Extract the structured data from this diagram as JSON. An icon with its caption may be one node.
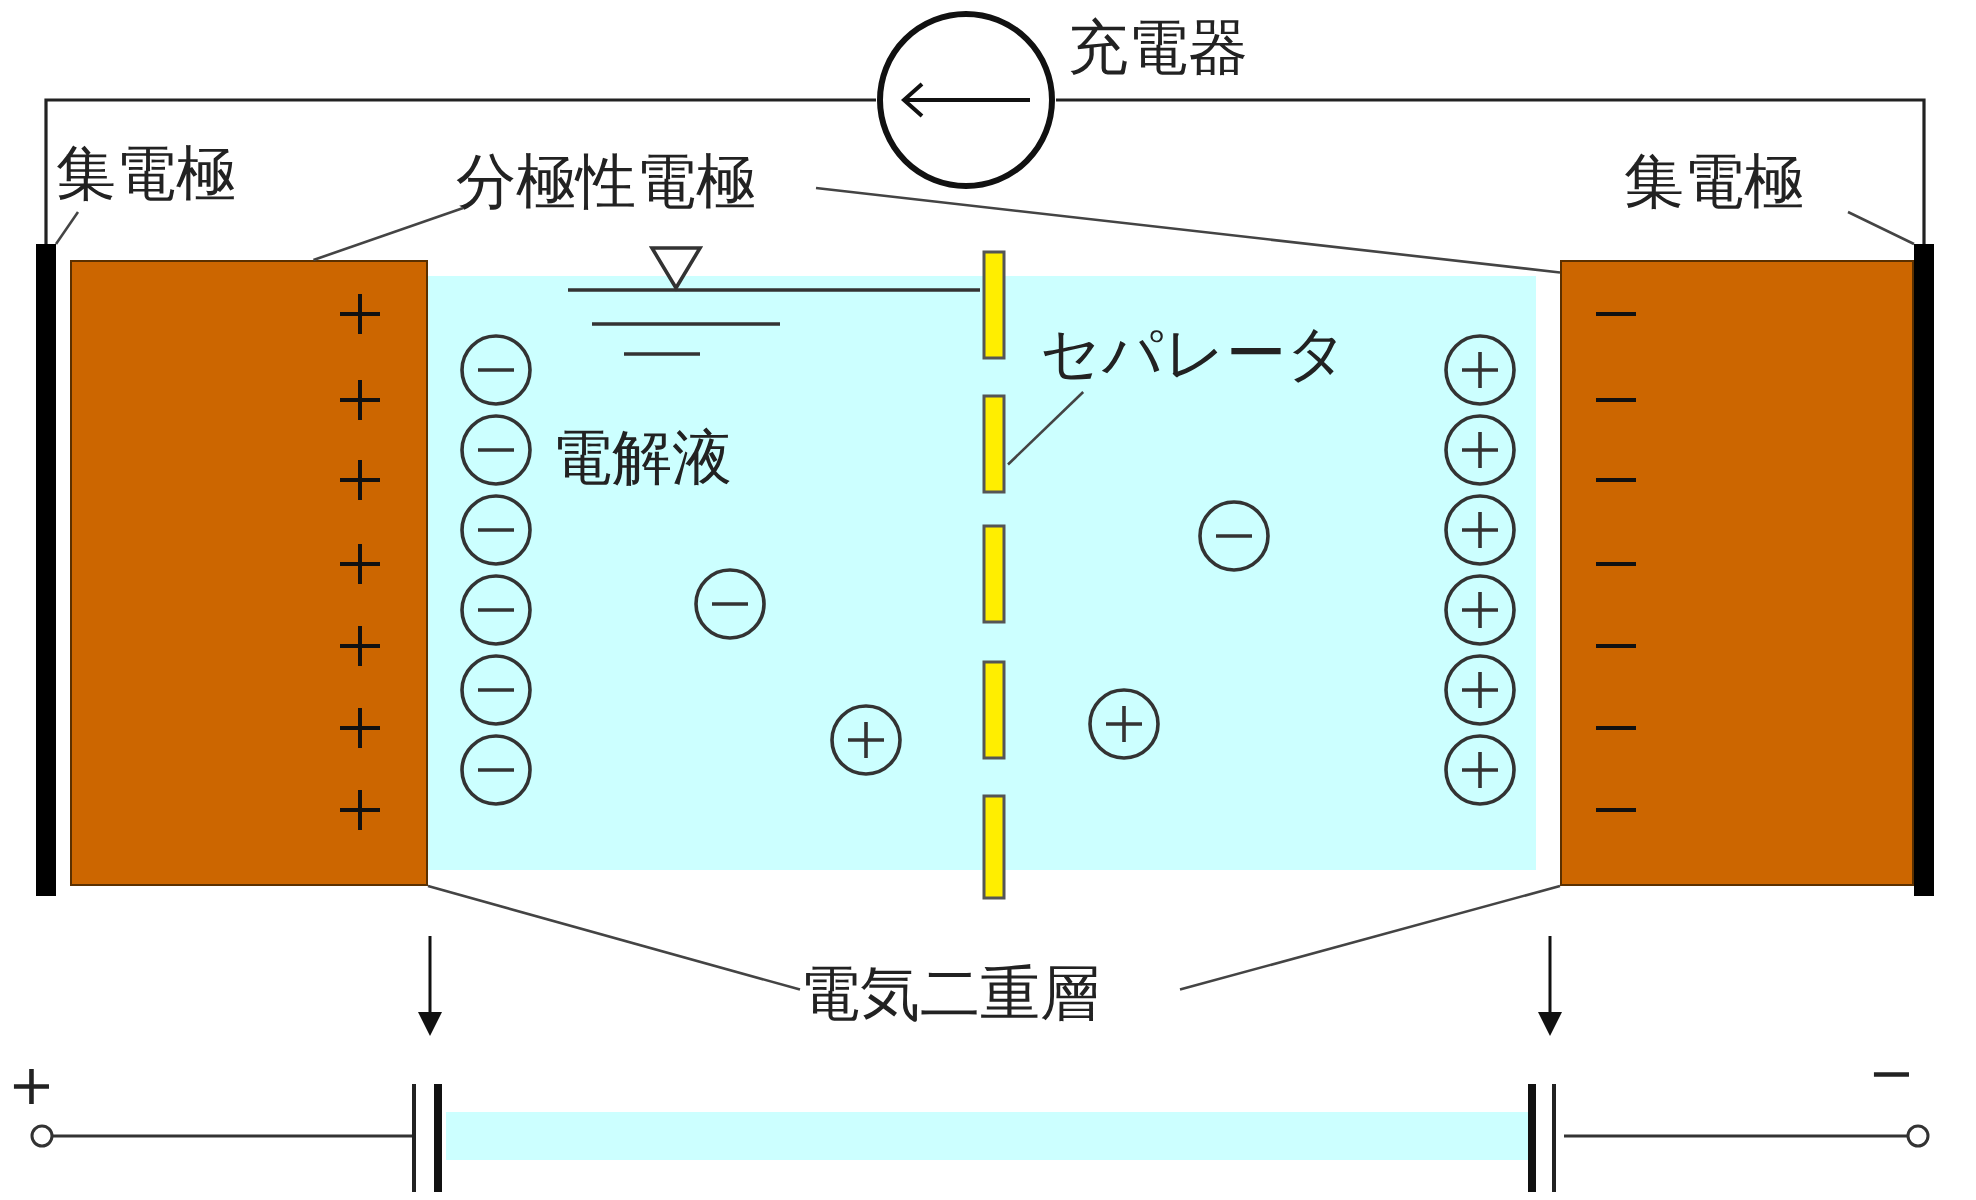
{
  "diagram": {
    "nodes": [
      {
        "text": [
          "集電極"
        ]
      },
      {
        "text": [],
        "shape": "bar"
      },
      {
        "text": [
          "分極性電極"
        ]
      },
      {
        "text": [],
        "shape": "box"
      },
      {
        "text": [],
        "shape": "box"
      },
      {
        "text": [
          "集電極"
        ]
      },
      {
        "text": [],
        "shape": "bar"
      },
      {
        "text": [],
        "shape": "bar"
      },
      {
        "text": [],
        "shape": "circle",
        "beside": [
          "充電器"
        ]
      },
      {
        "text": [
          "電解液"
        ]
      },
      {
        "text": [
          "セパレータ"
        ],
        "in": 9
      },
      {
        "text": [
          "電気二重層"
        ]
      }
    ],
    "edges": [
      {
        "from": 1,
        "to": 8,
        "arrow": "none"
      },
      {
        "from": 8,
        "to": 7,
        "arrow": "none"
      },
      {
        "from": 0,
        "to": 1,
        "arrow": "none"
      },
      {
        "from": 2,
        "to": 3,
        "arrow": "none"
      },
      {
        "from": 2,
        "to": 4,
        "arrow": "none"
      },
      {
        "from": 5,
        "to": 7,
        "arrow": "none"
      },
      {
        "from": 10,
        "to": 6,
        "arrow": "none"
      },
      {
        "from": 11,
        "to": 3,
        "arrow": "none"
      },
      {
        "from": 11,
        "to": 4,
        "arrow": "none"
      }
    ],
    "labels": [
      "+",
      "−"
    ]
  }
}
